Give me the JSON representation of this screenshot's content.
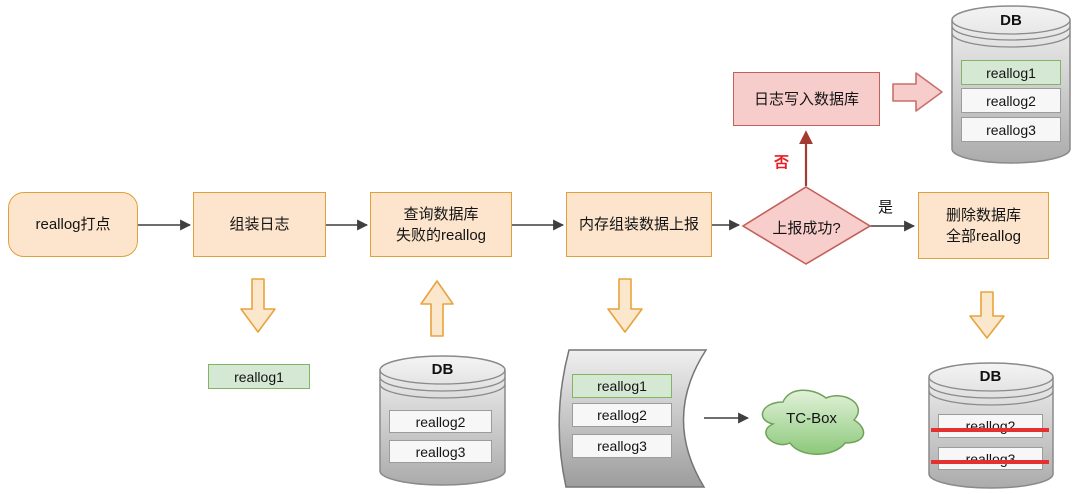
{
  "colors": {
    "orange_fill": "#FCE5CC",
    "orange_stroke": "#DFA23A",
    "pink_fill": "#F7CDCB",
    "pink_stroke": "#C4605A",
    "green_fill": "#D5E8D4",
    "green_stroke": "#82B366",
    "no_label_red": "#EA1B22",
    "strike_red": "#E53030",
    "dark_red_arrow": "#A33B32",
    "connector": "#3F3F3F"
  },
  "flow": {
    "step_track": "reallog打点",
    "step_assemble": "组装日志",
    "step_query": "查询数据库\n失败的reallog",
    "step_report": "内存组装数据上报",
    "decision": "上报成功?",
    "label_yes": "是",
    "label_no": "否",
    "step_delete": "删除数据库\n全部reallog",
    "step_write": "日志写入数据库"
  },
  "assembled_log": {
    "label": "reallog1"
  },
  "written_db": {
    "title": "DB",
    "rows": [
      "reallog1",
      "reallog2",
      "reallog3"
    ]
  },
  "failed_db": {
    "title": "DB",
    "rows": [
      "reallog2",
      "reallog3"
    ]
  },
  "upload_card": {
    "rows": [
      "reallog1",
      "reallog2",
      "reallog3"
    ]
  },
  "cloud": {
    "label": "TC-Box"
  },
  "cleared_db": {
    "title": "DB",
    "rows": [
      "reallog2",
      "reallog3"
    ]
  }
}
